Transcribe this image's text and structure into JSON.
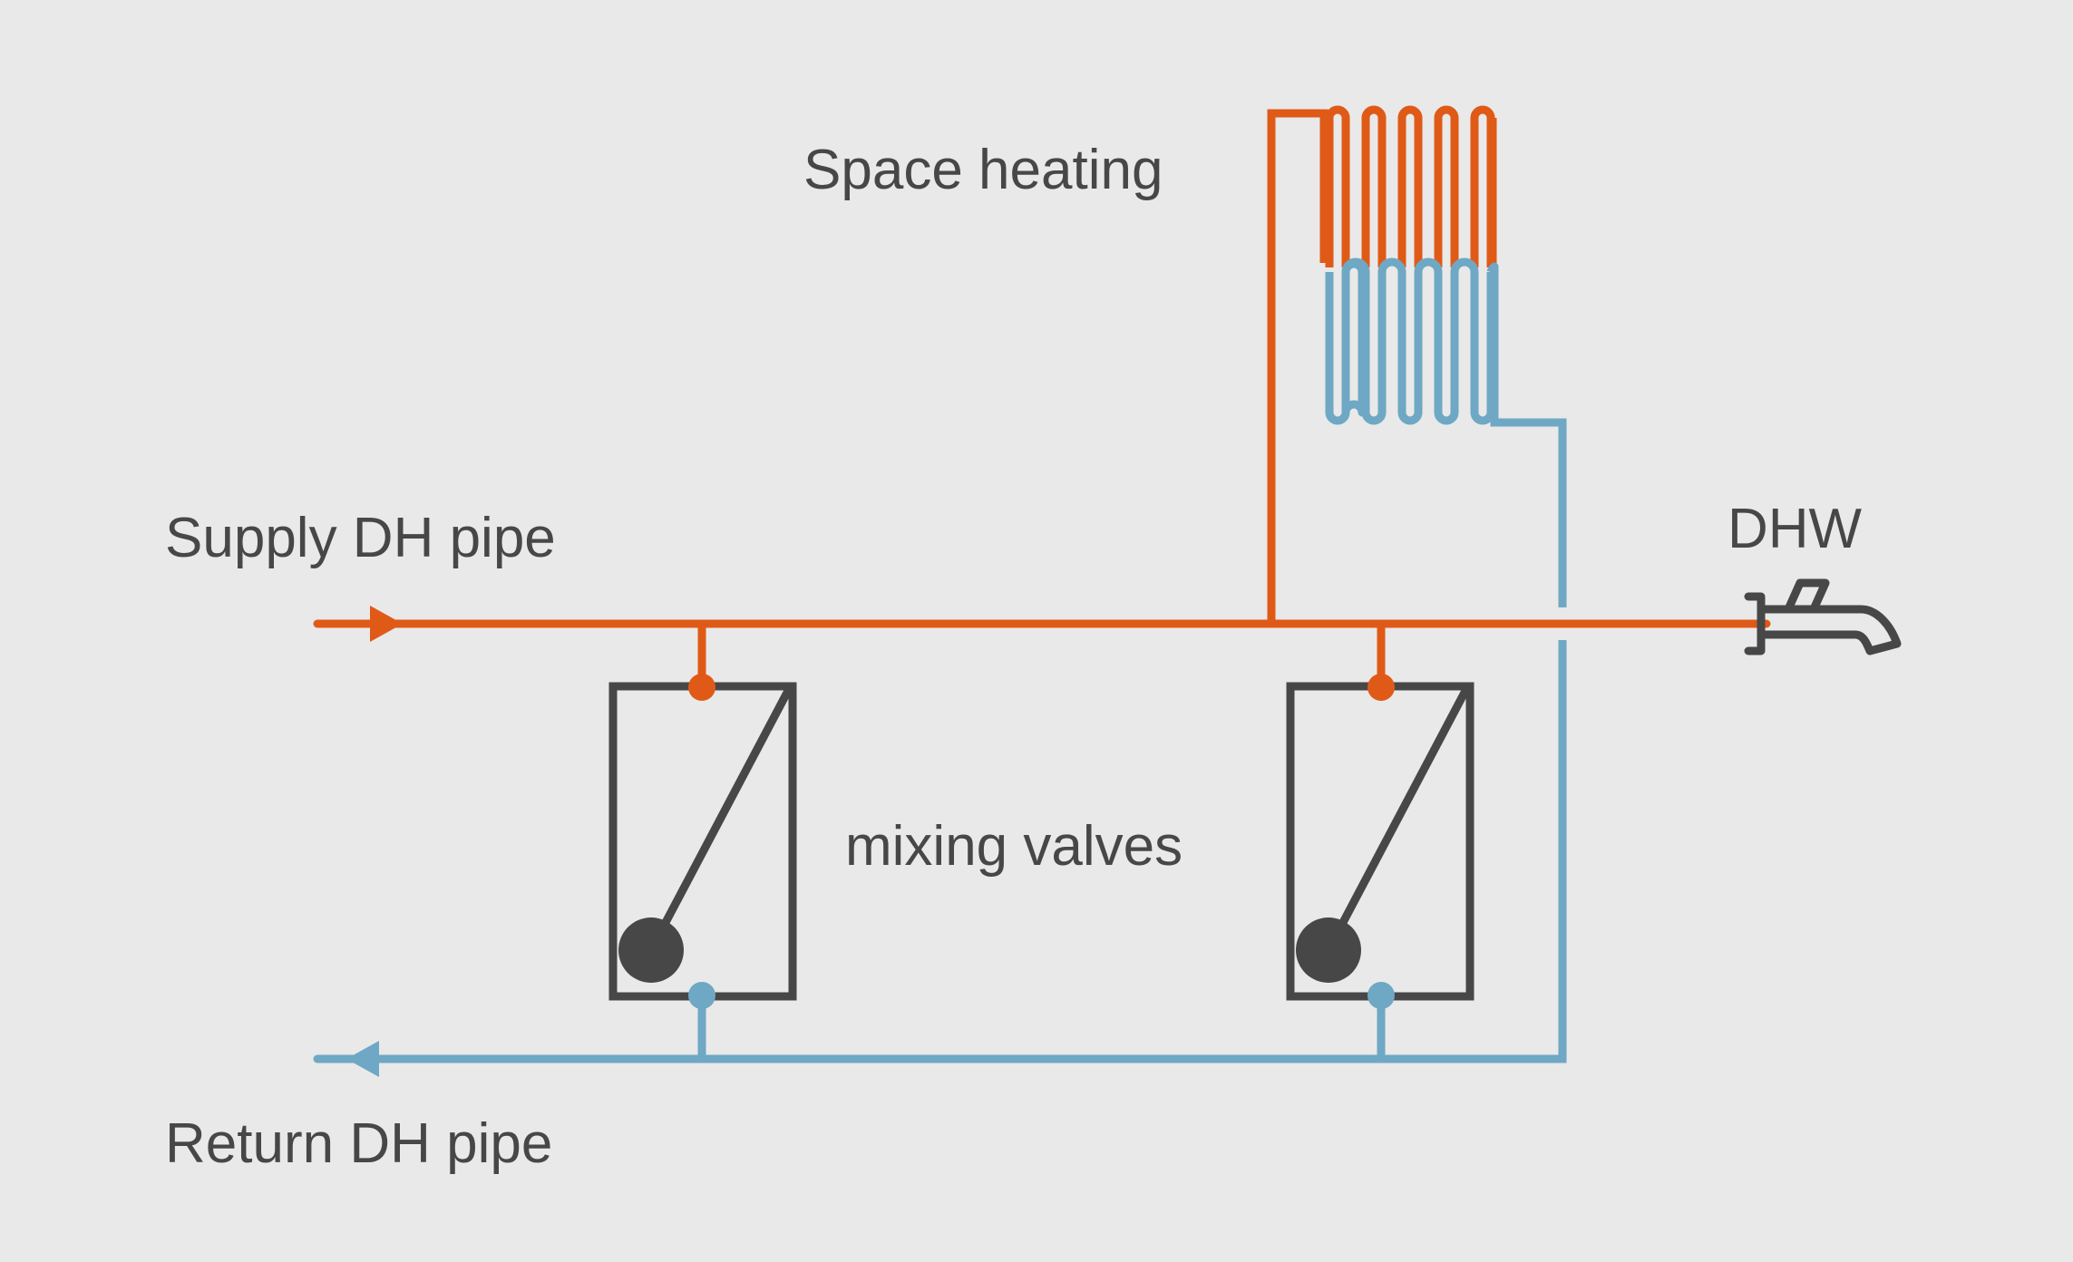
{
  "labels": {
    "space_heating": "Space heating",
    "supply_pipe": "Supply DH pipe",
    "dhw": "DHW",
    "mixing_valves": "mixing valves",
    "return_pipe": "Return DH pipe"
  },
  "colors": {
    "background": "#e9e9e9",
    "supply": "#e05a17",
    "return": "#6ea8c4",
    "device": "#474747",
    "text": "#474747"
  },
  "icons": {
    "supply_flow": "arrow-right-icon",
    "return_flow": "arrow-left-icon",
    "tap": "water-tap-icon",
    "radiator": "radiator-coil-icon",
    "valve": "mixing-valve-icon"
  }
}
